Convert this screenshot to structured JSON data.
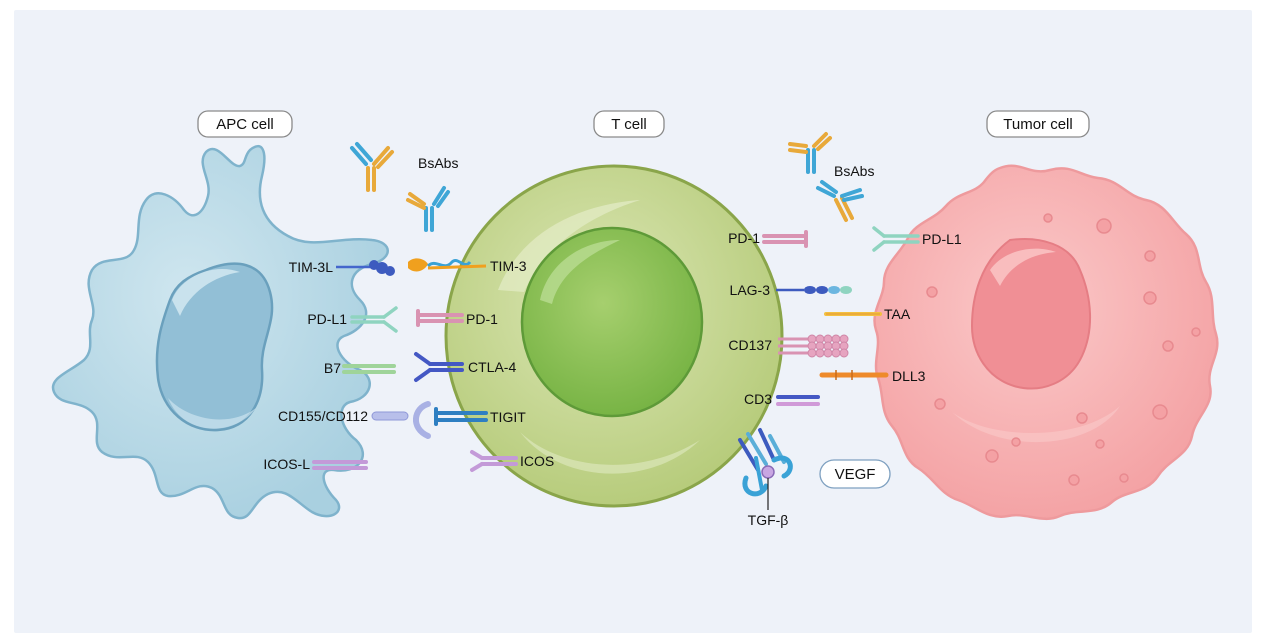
{
  "cells": {
    "apc": "APC cell",
    "t": "T cell",
    "tumor": "Tumor cell"
  },
  "bsabs": {
    "left": "BsAbs",
    "right": "BsAbs"
  },
  "apc_ligands": {
    "tim3l": "TIM-3L",
    "pdl1": "PD-L1",
    "b7": "B7",
    "cd155": "CD155/CD112",
    "icosl": "ICOS-L"
  },
  "t_receptors_left": {
    "tim3": "TIM-3",
    "pd1": "PD-1",
    "ctla4": "CTLA-4",
    "tigit": "TIGIT",
    "icos": "ICOS"
  },
  "t_receptors_right": {
    "pd1": "PD-1",
    "lag3": "LAG-3",
    "cd137": "CD137",
    "cd3": "CD3"
  },
  "tumor_ligands": {
    "pdl1": "PD-L1",
    "taa": "TAA",
    "dll3": "DLL3"
  },
  "soluble": {
    "vegf": "VEGF",
    "tgfb": "TGF-β"
  },
  "colors": {
    "panel_bg": "#eef2f9",
    "apc_fill": "#bfdde9",
    "t_fill": "#c8d998",
    "tumor_fill": "#f6b5b5"
  }
}
